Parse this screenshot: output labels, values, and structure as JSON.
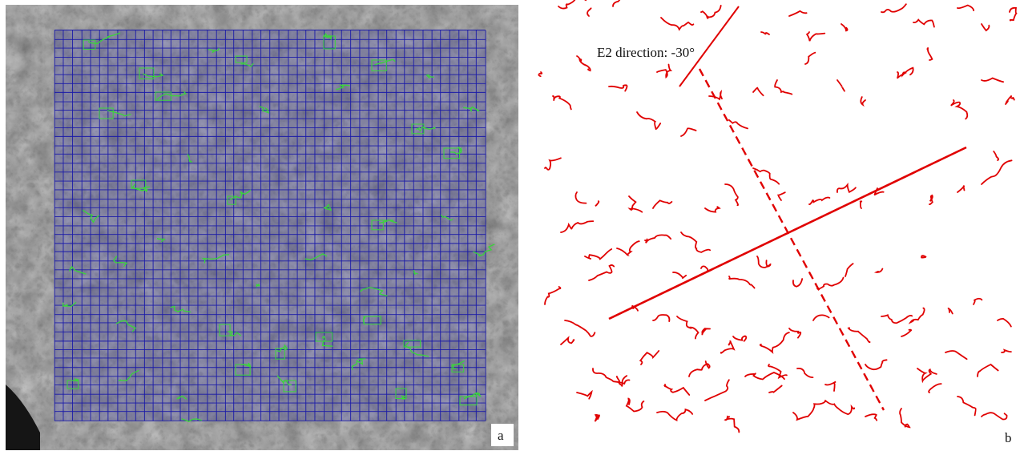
{
  "figure": {
    "panels": [
      {
        "id": "a",
        "label": "a",
        "description_visible": "micrograph with regular analysis grid"
      },
      {
        "id": "b",
        "label": "b",
        "annotation": "E2 direction: -30°"
      }
    ]
  },
  "colors": {
    "grid": "#1a1aa8",
    "trace_green": "#39d639",
    "trace_red": "#e00000",
    "label_box": "#ffffff"
  },
  "icons": []
}
